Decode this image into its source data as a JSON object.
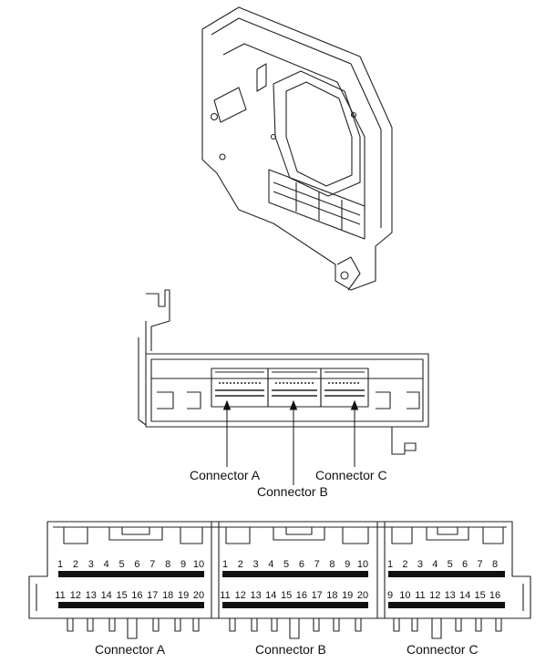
{
  "callouts": {
    "a": "Connector A",
    "b": "Connector B",
    "c": "Connector C"
  },
  "connectors": [
    {
      "name": "Connector A",
      "top_pins": [
        "1",
        "2",
        "3",
        "4",
        "5",
        "6",
        "7",
        "8",
        "9",
        "10"
      ],
      "bottom_pins": [
        "11",
        "12",
        "13",
        "14",
        "15",
        "16",
        "17",
        "18",
        "19",
        "20"
      ]
    },
    {
      "name": "Connector B",
      "top_pins": [
        "1",
        "2",
        "3",
        "4",
        "5",
        "6",
        "7",
        "8",
        "9",
        "10"
      ],
      "bottom_pins": [
        "11",
        "12",
        "13",
        "14",
        "15",
        "16",
        "17",
        "18",
        "19",
        "20"
      ]
    },
    {
      "name": "Connector C",
      "top_pins": [
        "1",
        "2",
        "3",
        "4",
        "5",
        "6",
        "7",
        "8"
      ],
      "bottom_pins": [
        "9",
        "10",
        "11",
        "12",
        "13",
        "14",
        "15",
        "16"
      ]
    }
  ]
}
